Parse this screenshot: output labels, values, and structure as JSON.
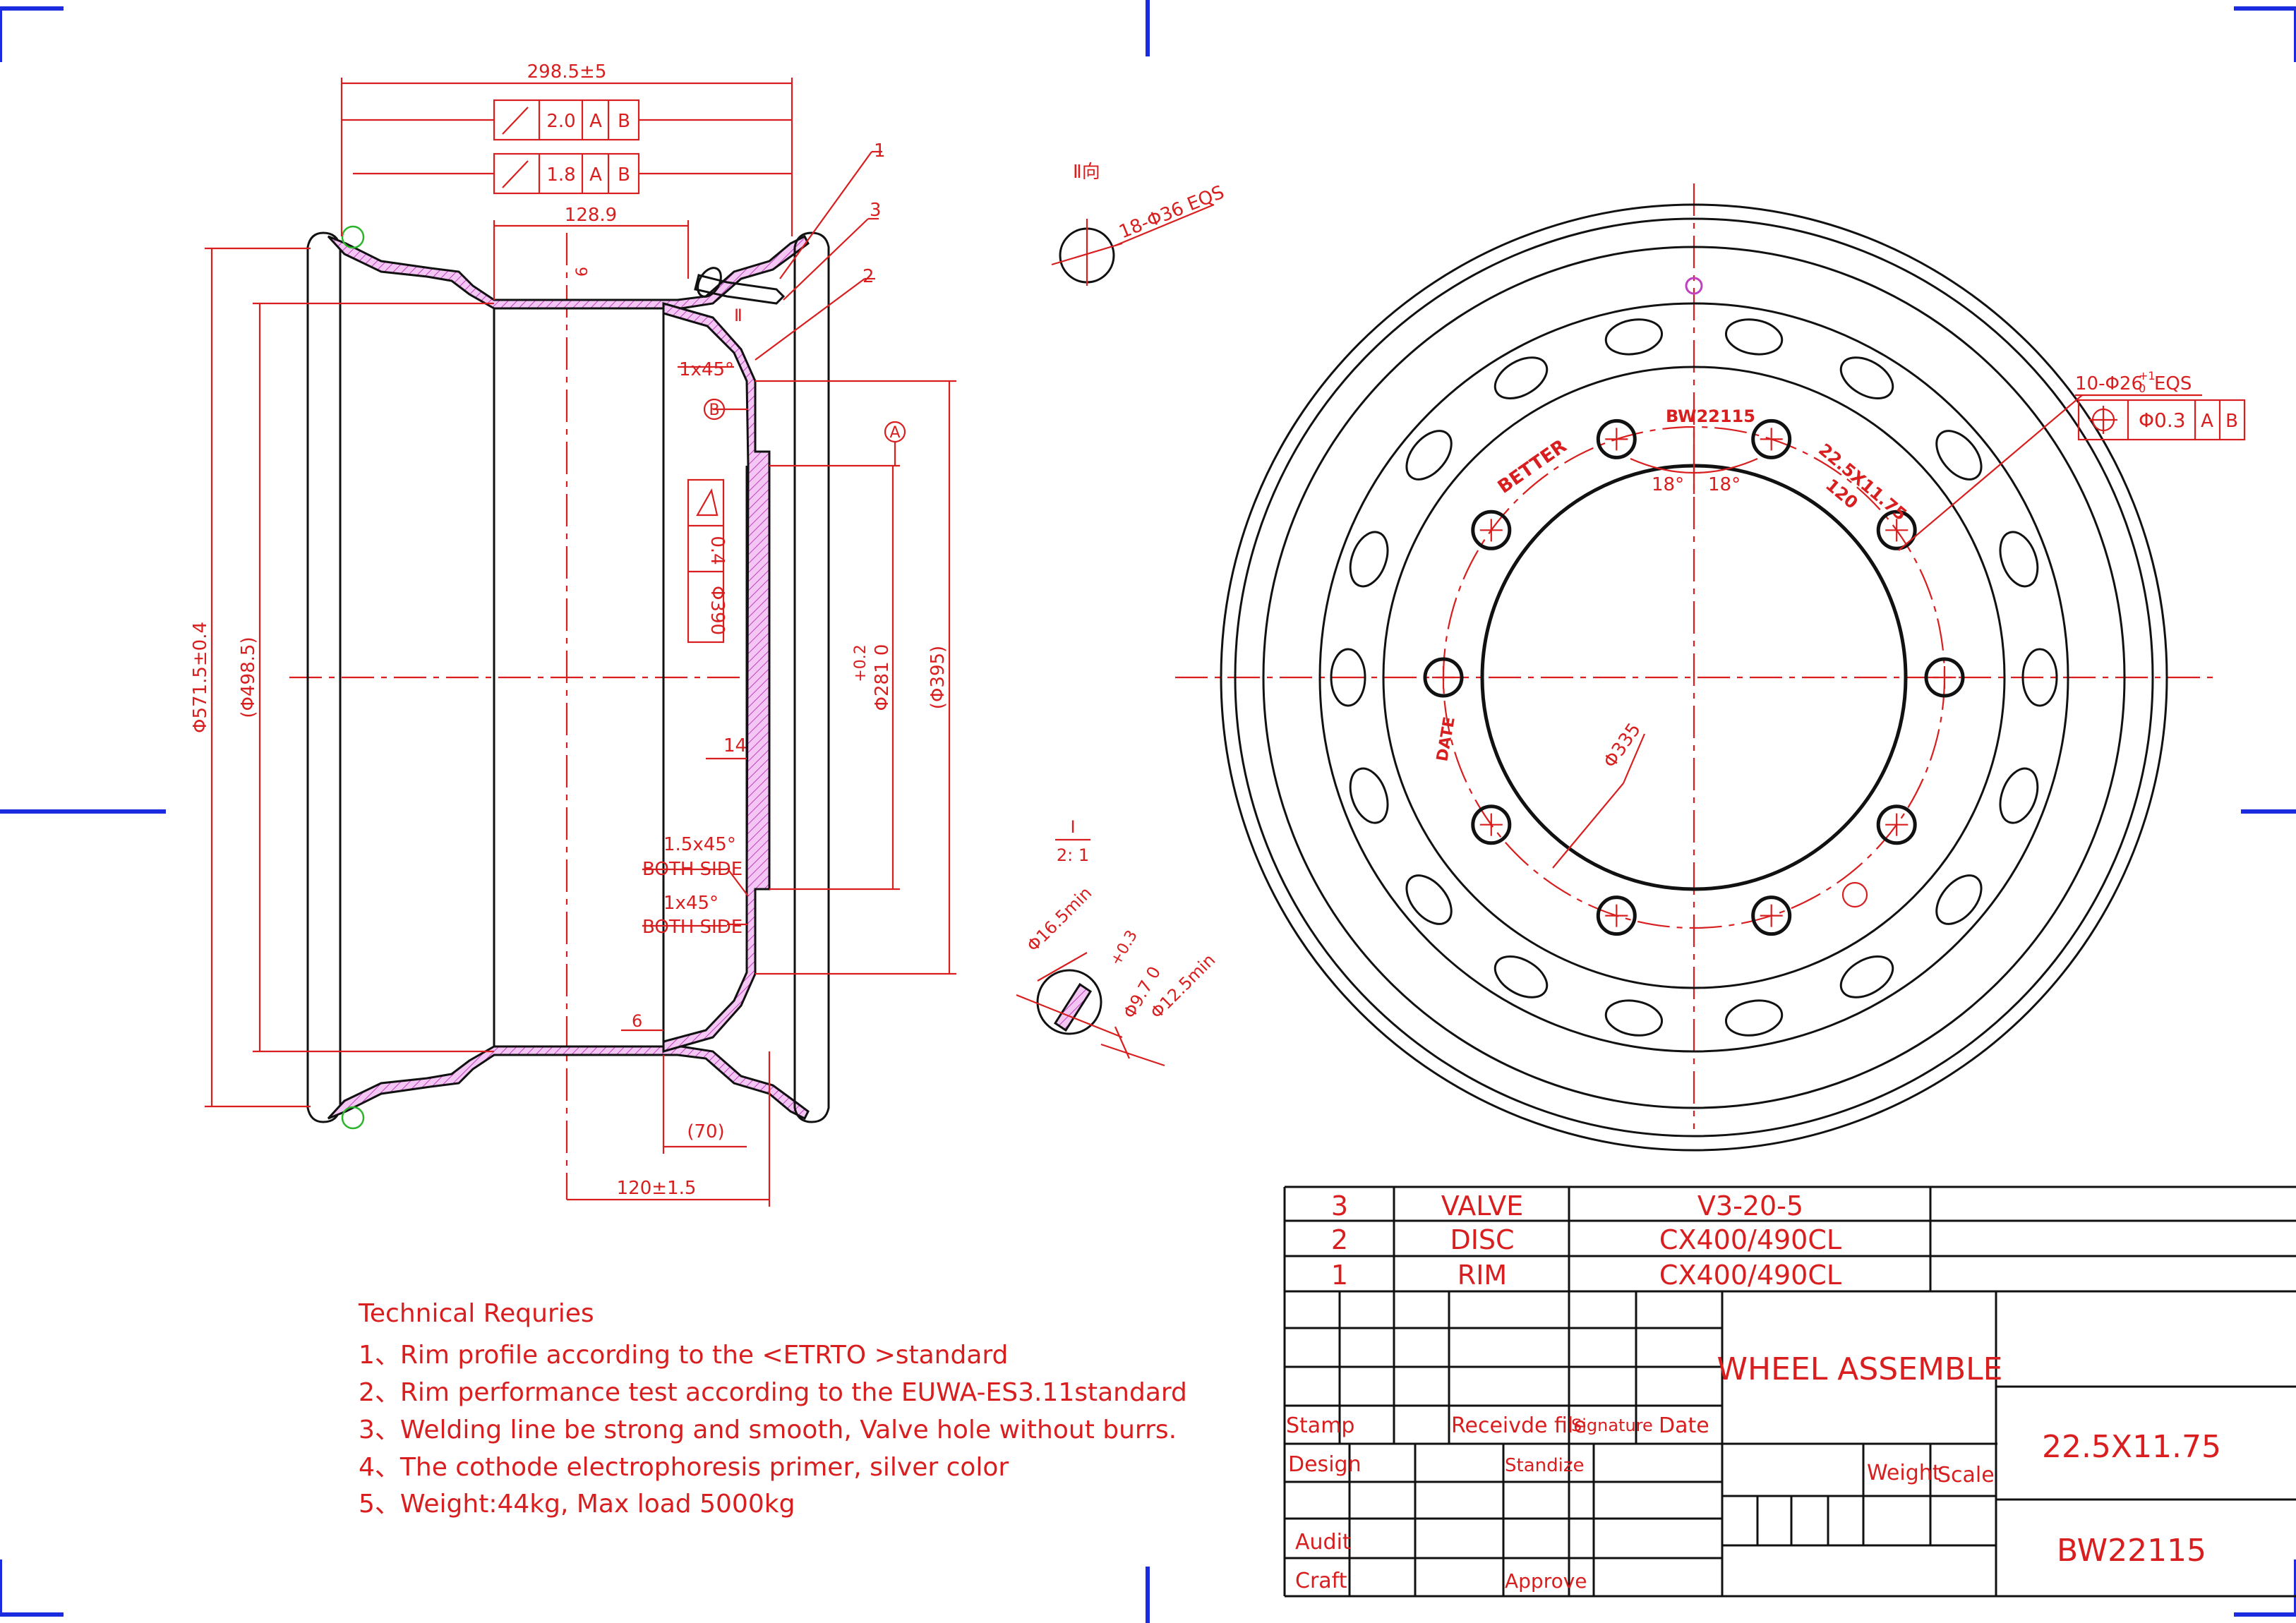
{
  "colors": {
    "line": "#111111",
    "dimension": "#d81e1e",
    "frame": "#1a2be0",
    "hatch": "#c040c0",
    "marker": "#2bb52b"
  },
  "section_view": {
    "dims": {
      "width_total": "298.5±5",
      "runout_1": "2.0",
      "runout_2": "1.8",
      "datum_a": "A",
      "datum_b": "B",
      "well": "128.9",
      "thickness": "6",
      "chamfer_top": "1x45°",
      "dia_outer": "Φ571.5±0.4",
      "dia_inner": "(Φ498.5)",
      "dia_pilot": "Φ281 0",
      "pilot_tol": "+0.2",
      "dia_disc": "(Φ395)",
      "disc_thk": "14",
      "chamfer_1": "1.5x45°",
      "chamfer_2": "1x45°",
      "both_side": "BOTH SIDE",
      "weld": "6",
      "offset": "(70)",
      "inset": "120±1.5",
      "flat_tol": "0.4",
      "flat_dia": "Φ390",
      "label_ii": "Ⅱ"
    },
    "callouts": [
      "1",
      "3",
      "2"
    ]
  },
  "detail_ii": {
    "title": "Ⅱ向",
    "note": "18-Φ36 EQS"
  },
  "detail_i": {
    "title": "Ⅰ",
    "scale": "2: 1",
    "d1": "Φ16.5min",
    "d2": "Φ9.7 0",
    "tol": "+0.3",
    "d3": "Φ12.5min"
  },
  "front_view": {
    "marks": {
      "brand": "BETTER",
      "code": "BW22115",
      "size": "22.5X11.75",
      "load": "120",
      "date": "DATE"
    },
    "angle_1": "18°",
    "angle_2": "18°",
    "bolt_note": "10-Φ26",
    "bolt_tol": "+1",
    "bolt_tol2": "0",
    "bolt_eqs": "EQS",
    "tol_frame": [
      "Φ0.3",
      "A",
      "B"
    ],
    "bore": "Φ335"
  },
  "notes": {
    "title": "Technical Requries",
    "items": [
      "1、Rim profile according to the <ETRTO >standard",
      "2、Rim performance test according to the EUWA-ES3.11standard",
      "3、Welding line be strong and smooth, Valve hole without burrs.",
      "4、The cothode electrophoresis primer, silver color",
      "5、Weight:44kg, Max load 5000kg"
    ]
  },
  "bom": [
    {
      "no": "3",
      "name": "VALVE",
      "spec": "V3-20-5"
    },
    {
      "no": "2",
      "name": "DISC",
      "spec": "CX400/490CL"
    },
    {
      "no": "1",
      "name": "RIM",
      "spec": "CX400/490CL"
    }
  ],
  "title_block": {
    "stamp": "Stamp",
    "received": "Receivde file",
    "signature": "Signature",
    "date": "Date",
    "design": "Design",
    "standize": "Standize",
    "audit": "Audit",
    "craft": "Craft",
    "approve": "Approve",
    "name": "WHEEL ASSEMBLE",
    "weight": "Weight",
    "scale": "Scale",
    "spec": "22.5X11.75",
    "drawing_no": "BW22115"
  }
}
